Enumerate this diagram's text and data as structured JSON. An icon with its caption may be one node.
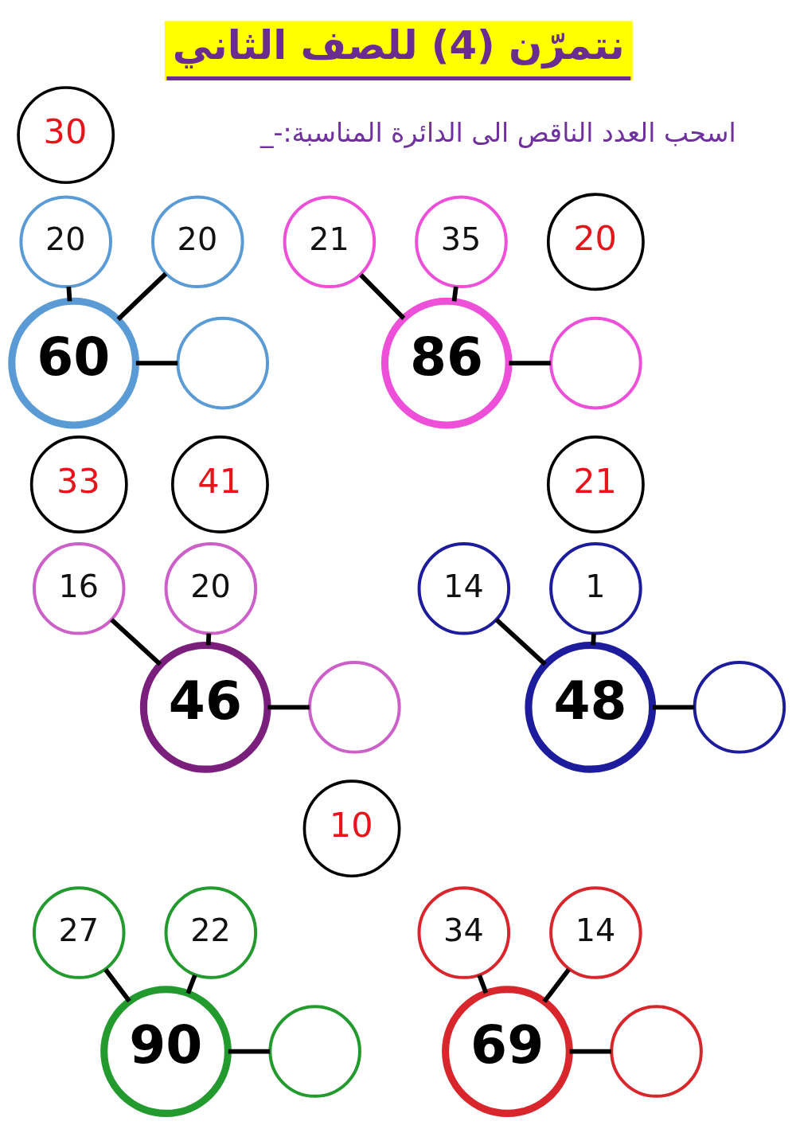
{
  "diagram": {
    "title": "نتمرّن (4) للصف الثاني",
    "nodes": [
      {
        "text": [
          "30"
        ]
      },
      {
        "text": [
          "20"
        ]
      },
      {
        "text": [
          "20"
        ]
      },
      {
        "text": [
          "20"
        ]
      },
      {
        "text": [
          "60"
        ]
      },
      {
        "text": [],
        "shape": "circle"
      },
      {
        "text": [
          "21"
        ]
      },
      {
        "text": [
          "35"
        ]
      },
      {
        "text": [
          "86"
        ]
      },
      {
        "text": [],
        "shape": "circle"
      },
      {
        "text": [
          "33"
        ]
      },
      {
        "text": [
          "41"
        ]
      },
      {
        "text": [
          "21"
        ]
      },
      {
        "text": [
          "16"
        ]
      },
      {
        "text": [
          "20"
        ]
      },
      {
        "text": [
          "46"
        ]
      },
      {
        "text": [],
        "shape": "circle"
      },
      {
        "text": [
          "14"
        ]
      },
      {
        "text": [
          "1"
        ]
      },
      {
        "text": [
          "48"
        ]
      },
      {
        "text": [],
        "shape": "circle"
      },
      {
        "text": [
          "10"
        ]
      },
      {
        "text": [
          "27"
        ]
      },
      {
        "text": [
          "22"
        ]
      },
      {
        "text": [
          "90"
        ]
      },
      {
        "text": [],
        "shape": "circle"
      },
      {
        "text": [
          "34"
        ]
      },
      {
        "text": [
          "14"
        ]
      },
      {
        "text": [
          "69"
        ]
      },
      {
        "text": [],
        "shape": "circle"
      }
    ],
    "edges": [
      {
        "from": 2,
        "to": 4,
        "arrow": "none"
      },
      {
        "from": 3,
        "to": 4,
        "arrow": "none"
      },
      {
        "from": 4,
        "to": 5,
        "arrow": "none"
      },
      {
        "from": 6,
        "to": 8,
        "arrow": "none"
      },
      {
        "from": 7,
        "to": 8,
        "arrow": "none"
      },
      {
        "from": 8,
        "to": 9,
        "arrow": "none"
      },
      {
        "from": 13,
        "to": 15,
        "arrow": "none"
      },
      {
        "from": 14,
        "to": 15,
        "arrow": "none"
      },
      {
        "from": 15,
        "to": 16,
        "arrow": "none"
      },
      {
        "from": 17,
        "to": 19,
        "arrow": "none"
      },
      {
        "from": 18,
        "to": 19,
        "arrow": "none"
      },
      {
        "from": 19,
        "to": 20,
        "arrow": "none"
      },
      {
        "from": 22,
        "to": 24,
        "arrow": "none"
      },
      {
        "from": 23,
        "to": 24,
        "arrow": "none"
      },
      {
        "from": 24,
        "to": 25,
        "arrow": "none"
      },
      {
        "from": 26,
        "to": 28,
        "arrow": "none"
      },
      {
        "from": 27,
        "to": 28,
        "arrow": "none"
      },
      {
        "from": 28,
        "to": 29,
        "arrow": "none"
      }
    ],
    "labels": [
      "اسحب العدد الناقص الى الدائرة المناسبة:-_"
    ]
  }
}
